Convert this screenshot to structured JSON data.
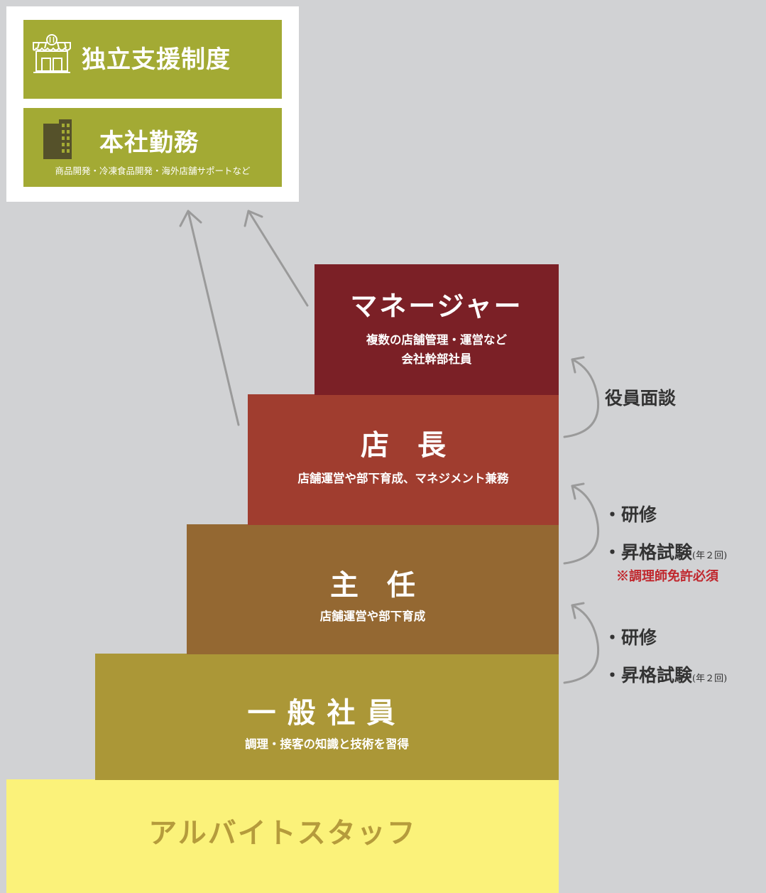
{
  "career_top": {
    "independence": {
      "title": "独立支援制度"
    },
    "headquarters": {
      "title": "本社勤務",
      "subtitle": "商品開発・冷凍食品開発・海外店舗サポートなど"
    }
  },
  "steps": {
    "manager": {
      "title": "マネージャー",
      "sub1": "複数の店舗管理・運営など",
      "sub2": "会社幹部社員"
    },
    "store_manager": {
      "title": "店　長",
      "sub": "店舗運営や部下育成、マネジメント兼務"
    },
    "chief": {
      "title": "主　任",
      "sub": "店舗運営や部下育成"
    },
    "general": {
      "title": "一般社員",
      "sub": "調理・接客の知識と技術を習得"
    },
    "part_time": {
      "title": "アルバイトスタッフ"
    }
  },
  "promotions": {
    "to_manager": "役員面談",
    "to_store_manager": {
      "training": "・研修",
      "exam": "・昇格試験",
      "exam_freq": "(年２回)",
      "requirement": "※調理師免許必須"
    },
    "to_chief": {
      "training": "・研修",
      "exam": "・昇格試験",
      "exam_freq": "(年２回)"
    }
  },
  "icons": {
    "independence": "shop-icon",
    "headquarters": "office-building-icon",
    "promotion": "curved-arrow-icon"
  },
  "colors": {
    "background": "#d1d2d4",
    "olive": "#a3aa34",
    "manager": "#7b2026",
    "store_manager": "#a03d2f",
    "chief": "#946832",
    "general": "#ab9737",
    "part_time": "#fbf27a",
    "requirement_red": "#c0272d"
  }
}
